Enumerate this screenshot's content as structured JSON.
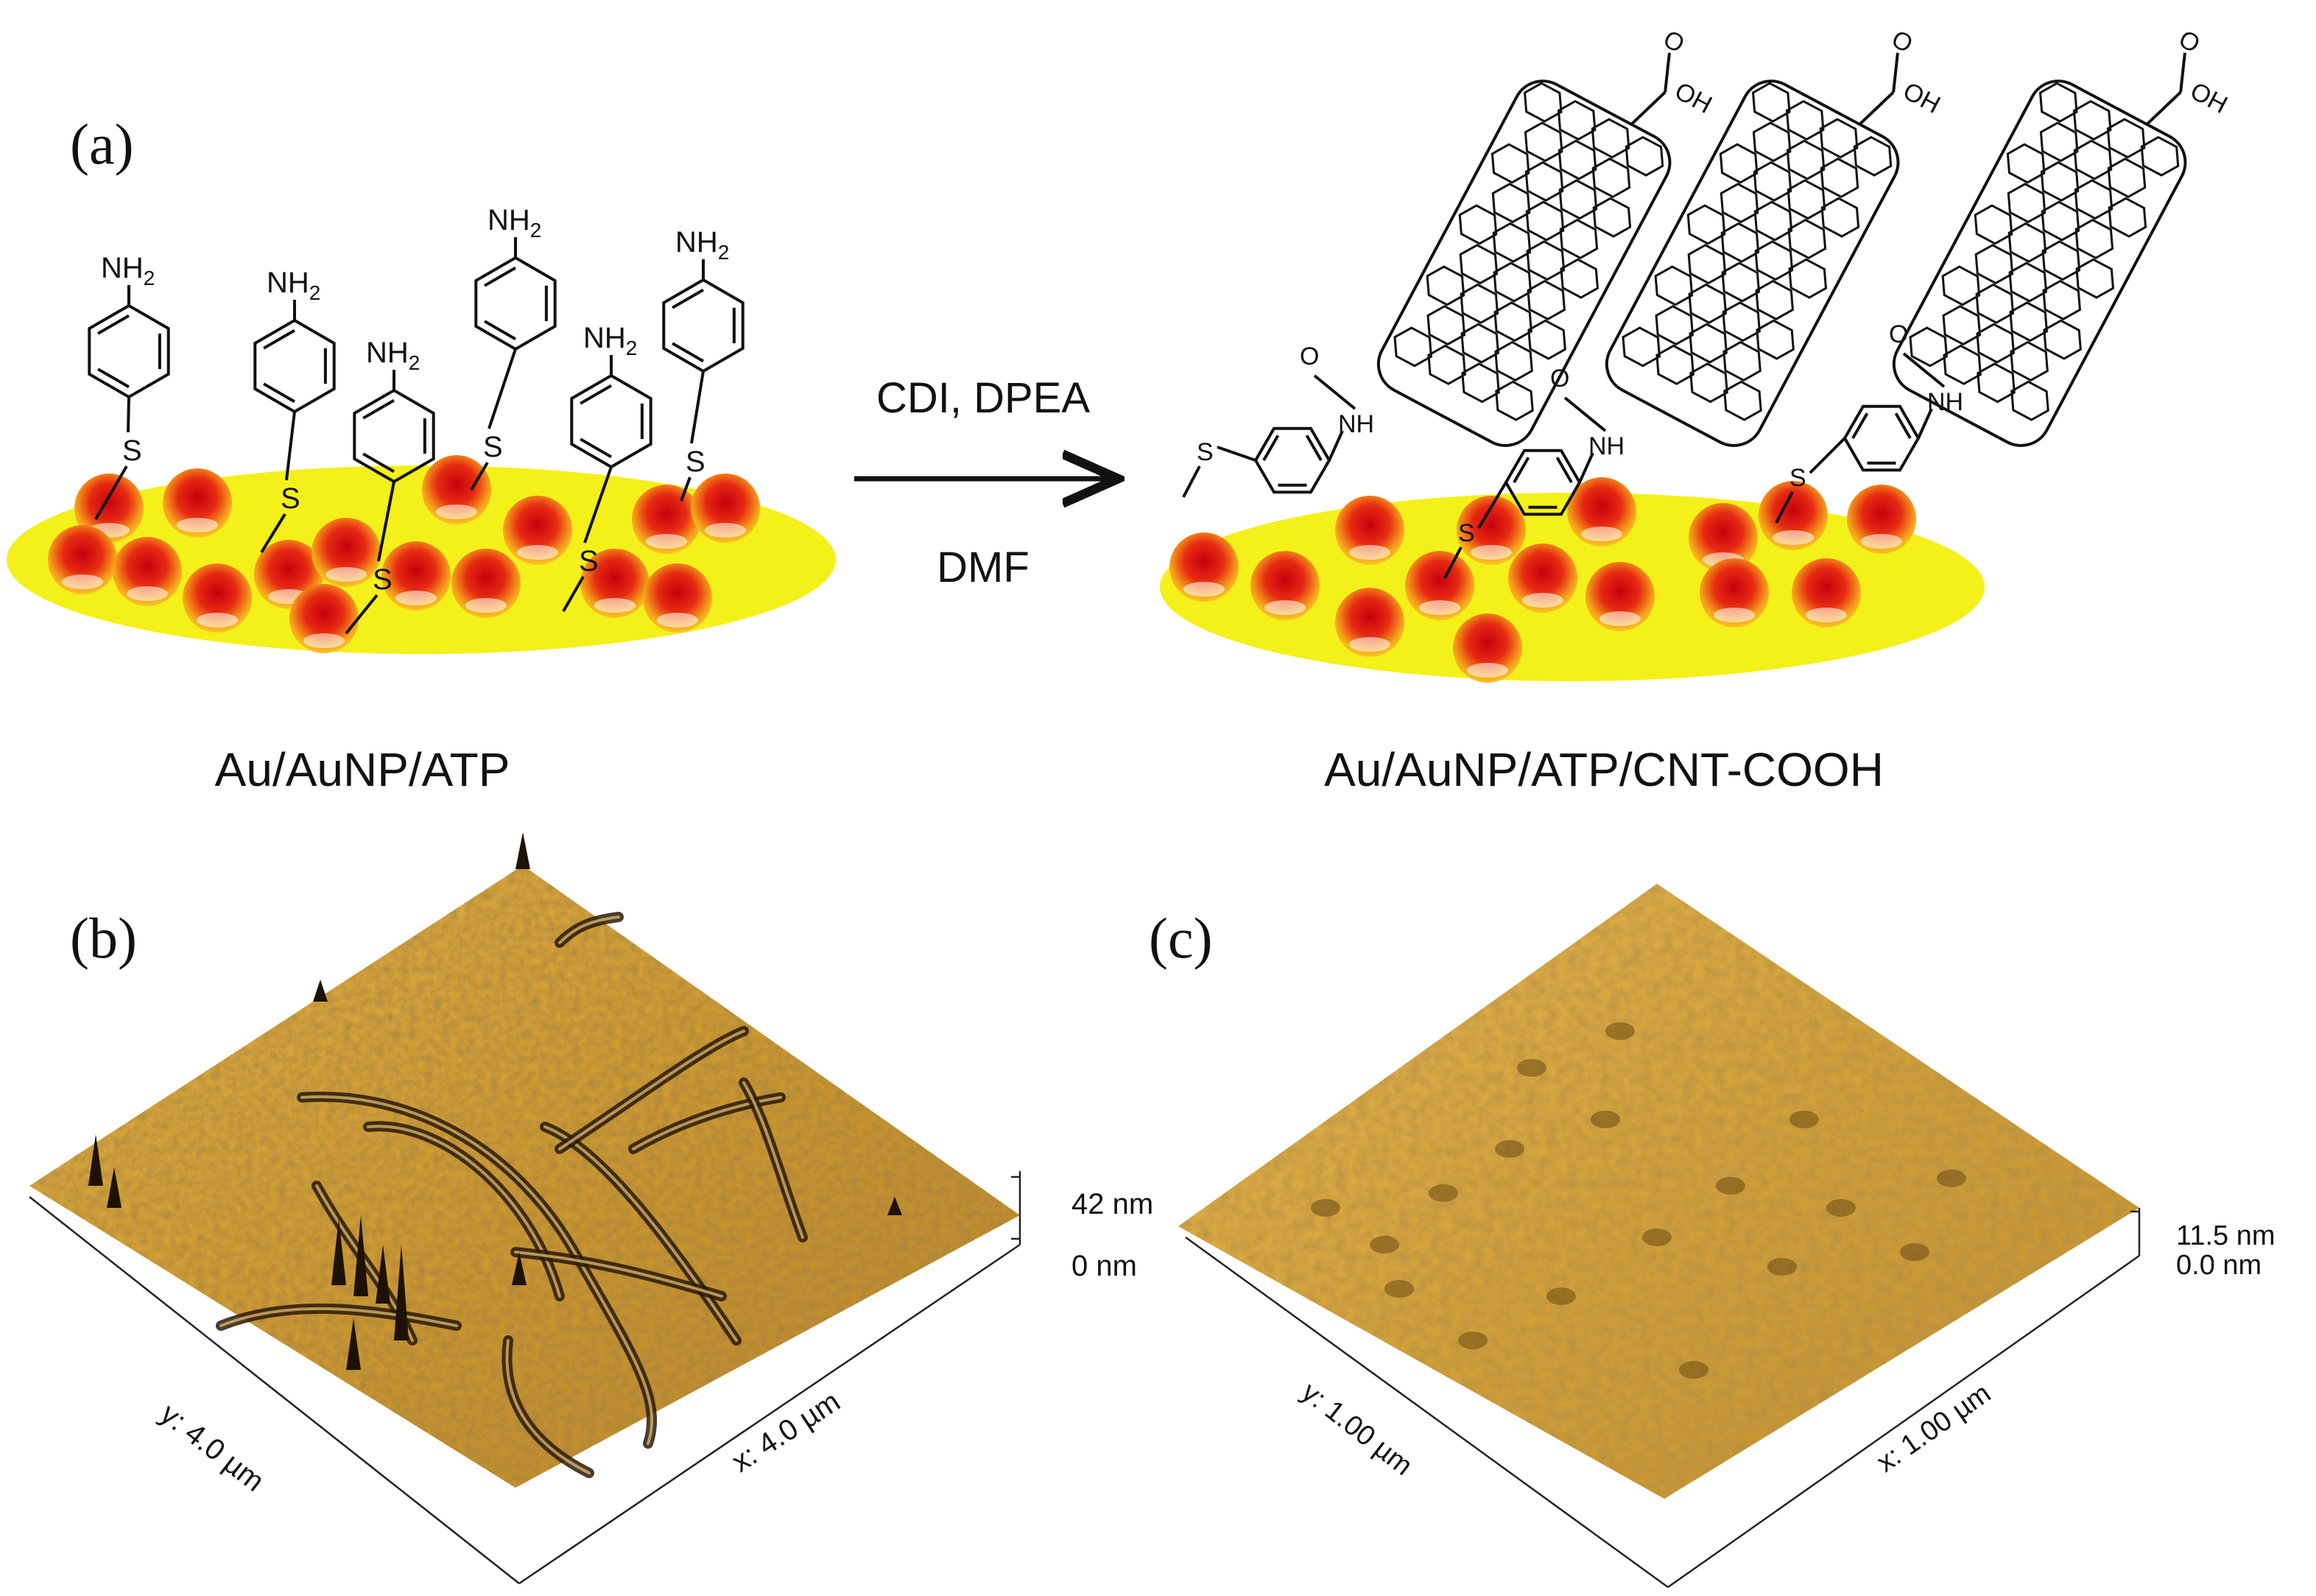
{
  "panels": {
    "a": {
      "label": "(a)"
    },
    "b": {
      "label": "(b)"
    },
    "c": {
      "label": "(c)"
    }
  },
  "reaction": {
    "reagents_top": "CDI, DPEA",
    "reagents_bottom": "DMF"
  },
  "captions": {
    "left": "Au/AuNP/ATP",
    "right": "Au/AuNP/ATP/CNT-COOH"
  },
  "chem": {
    "amine": "NH",
    "amine_sub": "2",
    "sulfur": "S",
    "amide_nh": "NH",
    "carbonyl_o": "O",
    "hydroxyl": "OH"
  },
  "afm_b": {
    "z_top": "42 nm",
    "z_bottom": "0 nm",
    "y_axis": "y: 4.0 µm",
    "x_axis": "x: 4.0 µm"
  },
  "afm_c": {
    "z_top": "11.5 nm",
    "z_bottom": "0.0 nm",
    "y_axis": "y: 1.00 µm",
    "x_axis": "x: 1.00 µm"
  },
  "colors": {
    "substrate": "#f4f01a",
    "sphere_core": "#e81a10",
    "sphere_edge": "#f7c21a",
    "afm_b_surface": "#d19a2c",
    "afm_c_surface": "#d8a53a",
    "ink": "#111111"
  }
}
